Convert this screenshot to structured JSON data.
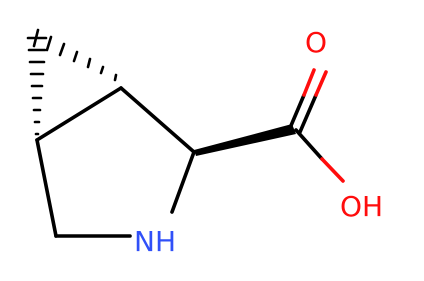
{
  "molecule": {
    "atoms": {
      "carbonyl_oxygen": "O",
      "hydroxyl": "OH",
      "nitrogen": "NH"
    },
    "colors": {
      "carbon": "#000000",
      "oxygen": "#ff0d0d",
      "nitrogen": "#3050f8"
    }
  }
}
